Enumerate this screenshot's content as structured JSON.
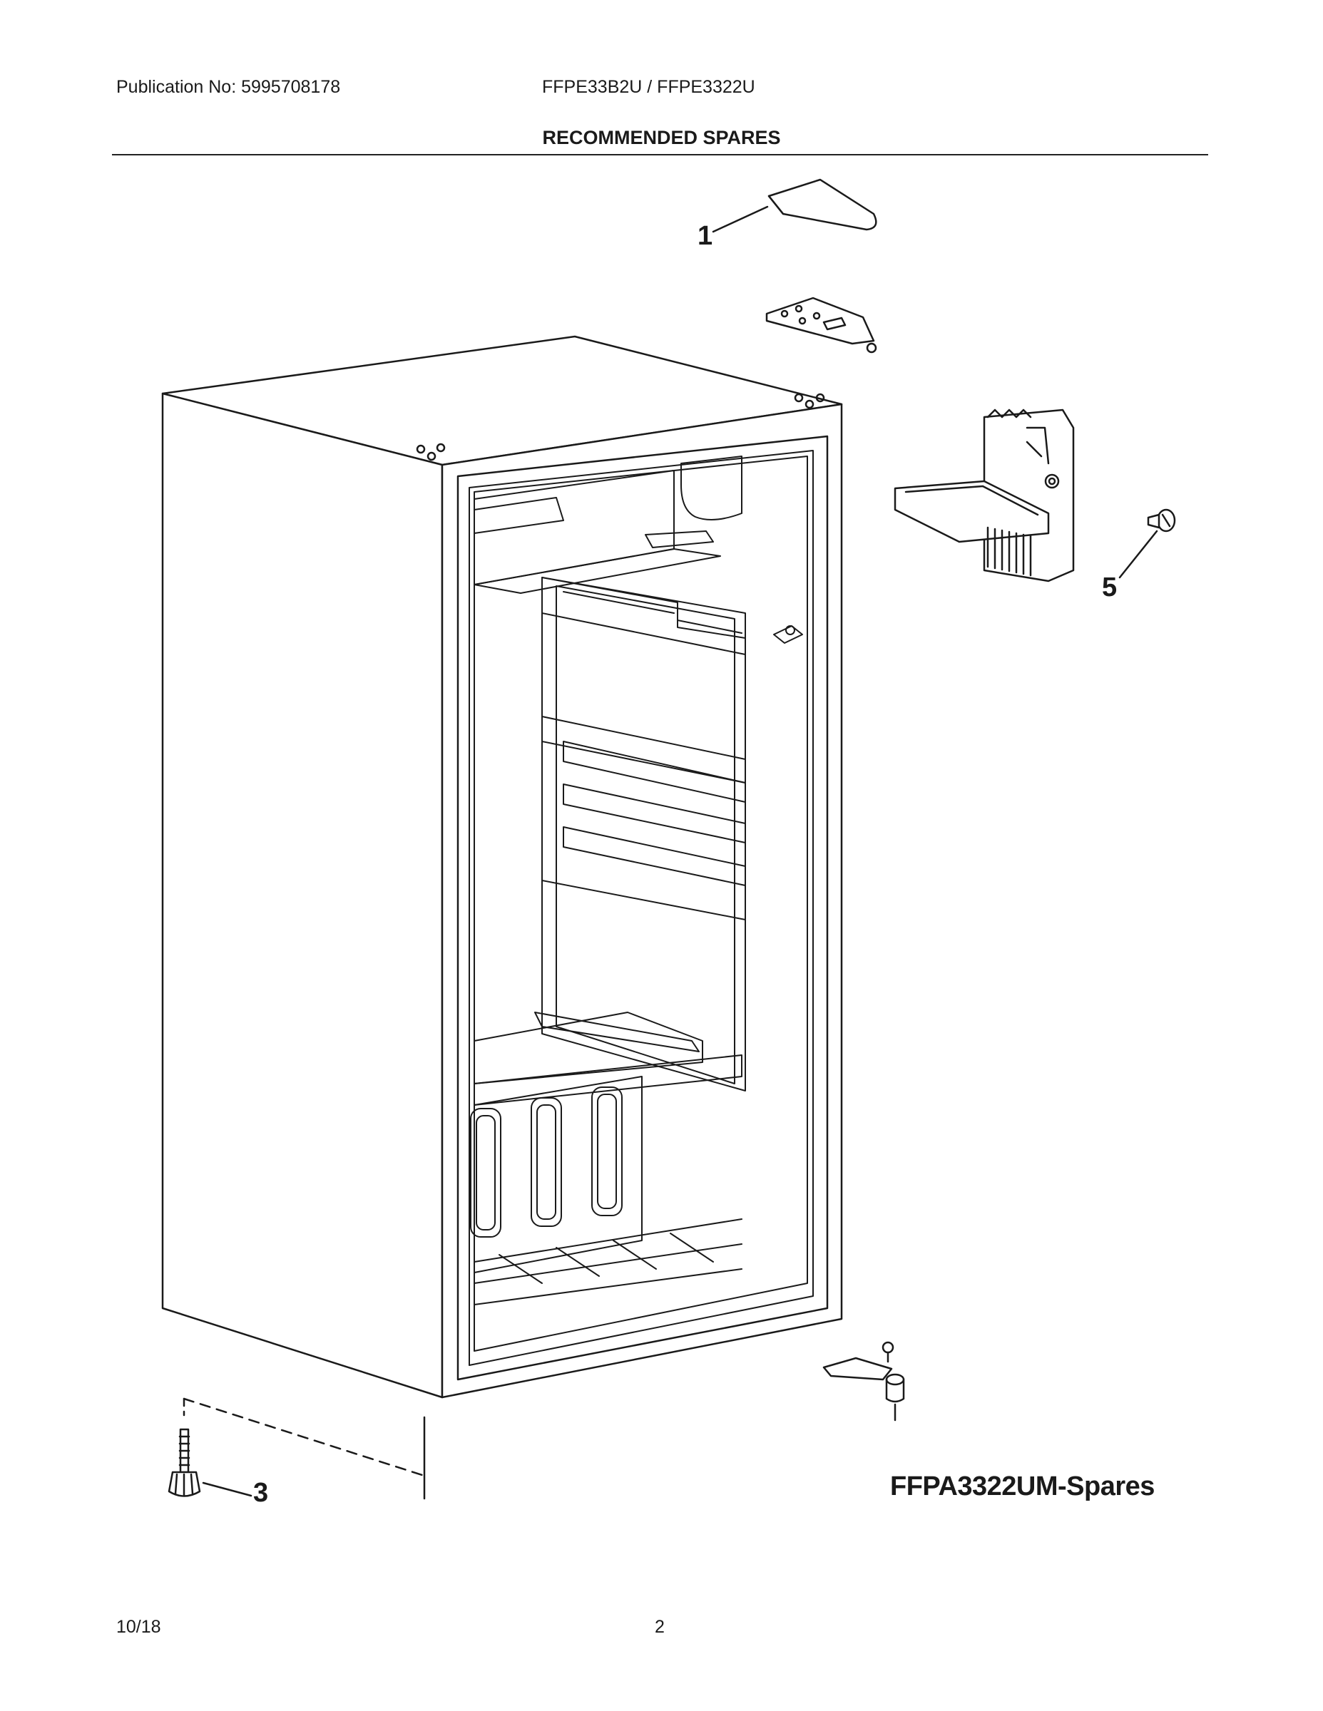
{
  "header": {
    "publication": "Publication No: 5995708178",
    "models": "FFPE33B2U / FFPE3322U",
    "title": "RECOMMENDED SPARES"
  },
  "callouts": {
    "c1": "1",
    "c3": "3",
    "c5": "5"
  },
  "sheet_id": "FFPA3322UM-Spares",
  "footer": {
    "date": "10/18",
    "page": "2"
  }
}
